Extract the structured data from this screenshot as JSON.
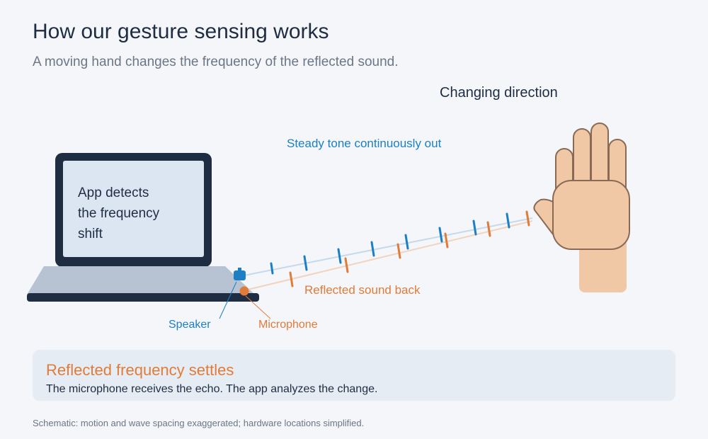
{
  "header": {
    "title": "How our gesture sensing works",
    "subtitle": "A moving hand changes the frequency of the reflected sound."
  },
  "diagram": {
    "hand_label": "Changing direction",
    "outgoing_label": "Steady tone continuously out",
    "reflected_label": "Reflected sound back",
    "screen_text": [
      "App detects",
      "the frequency",
      "shift"
    ],
    "speaker_label": "Speaker",
    "microphone_label": "Microphone"
  },
  "panel": {
    "title": "Reflected frequency settles",
    "text": "The microphone receives the echo. The app analyzes the change."
  },
  "footnote": "Schematic: motion and wave spacing exaggerated; hardware locations simplified.",
  "colors": {
    "outgoing": "#1c7fc4",
    "reflected": "#e07b39",
    "laptop_dark": "#1f2d42",
    "laptop_screen": "#dce6f2",
    "laptop_base": "#b7c3d3",
    "skin": "#f0c8a5",
    "skin_outline": "#8a6a55"
  }
}
